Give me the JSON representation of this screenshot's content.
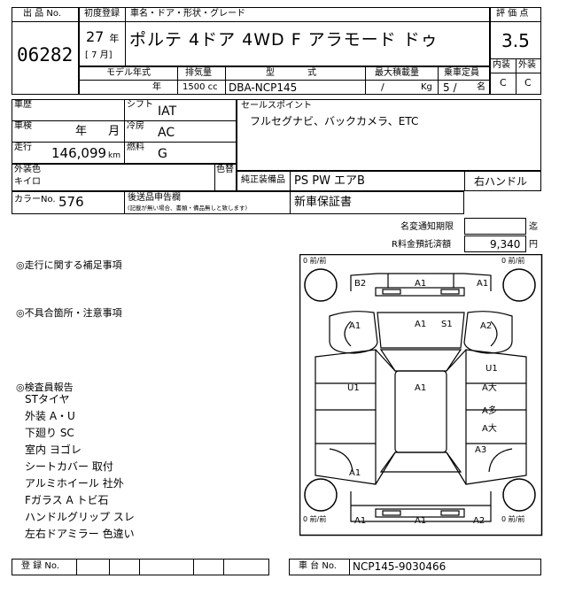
{
  "sheet": {
    "lot_label": "出 品 No.",
    "lot_number": "06282",
    "first_reg_label": "初度登録",
    "first_reg_year": "27",
    "year_unit": "年",
    "first_reg_month": "[ 7 月]",
    "car_name_label": "車名・ドア・形状・グレード",
    "car_name": "ポルテ 4ドア 4WD F アラモード ドゥ",
    "score_label": "評 価 点",
    "score": "3.5",
    "interior_label": "内装",
    "exterior_label": "外装",
    "interior_grade": "C",
    "exterior_grade": "C",
    "model_year_label": "モデル年式",
    "model_year_unit": "年",
    "displacement_label": "排気量",
    "displacement": "1500 cc",
    "model_type_label": "型 式",
    "model_type": "DBA-NCP145",
    "max_load_label": "最大積載量",
    "max_load_sep": "/",
    "max_load_unit": "Kg",
    "capacity_label": "乗車定員",
    "capacity": "5 /",
    "capacity_unit": "名",
    "history_label": "車歴",
    "shift_label": "シフト",
    "shift": "IAT",
    "inspection_label": "車検",
    "inspection": "年  月",
    "ac_label": "冷房",
    "ac": "AC",
    "mileage_label": "走行",
    "mileage": "146,099",
    "mileage_unit": "km",
    "fuel_label": "燃料",
    "fuel": "G",
    "sales_point_label": "セールスポイント",
    "sales_point": "フルセグナビ、バックカメラ、ETC",
    "exterior_color_label": "外装色",
    "exterior_color": "キイロ",
    "color_change_label": "色替",
    "options_label": "純正装備品",
    "options": "PS PW エアB",
    "steering": "右ハンドル",
    "color_no_label": "カラーNo.",
    "color_no": "576",
    "shipping_label": "後送品申告欄",
    "shipping_note": "(記載が無い場合、書類・備品無しと致します)",
    "warranty": "新車保証書",
    "meter_change_label": "名変通知期限",
    "meter_change_unit": "迄",
    "recycle_label": "R料金預託済額",
    "recycle": "9,340",
    "recycle_unit": "円",
    "notes_driving_label": "◎走行に関する補足事項",
    "notes_defects_label": "◎不具合箇所・注意事項",
    "inspector_label": "◎検査員報告",
    "inspector_report": [
      "STタイヤ",
      "外装 A・U",
      "下廻り SC",
      "室内 ヨゴレ",
      "シートカバー 取付",
      "アルミホイール 社外",
      "Fガラス A トビ石",
      "ハンドルグリップ スレ",
      "左右ドアミラー 色違い"
    ],
    "reg_no_label": "登 録 No.",
    "chassis_label": "車 台 No.",
    "chassis_no": "NCP145-9030466"
  },
  "diagram": {
    "tire_labels": [
      "0 前/前",
      "0 前/前",
      "0 前/前",
      "0 前/前"
    ],
    "marks": {
      "front_bumper_left": "B2",
      "front_bumper_mid": "A1",
      "front_bumper_right": "A1",
      "left_front_fender": "A1",
      "hood_left": "A1",
      "hood_right": "S1",
      "right_front_fender": "A2",
      "left_front_door": "U1",
      "roof": "A1",
      "right_front_door_top": "U1",
      "right_front_door": "A大",
      "right_rear_door_top": "A多",
      "right_rear_door": "A大",
      "right_quarter": "A3",
      "left_rear": "A1",
      "rear_bumper_left": "A1",
      "rear_bumper_mid": "A1",
      "rear_bumper_right": "A2"
    }
  }
}
